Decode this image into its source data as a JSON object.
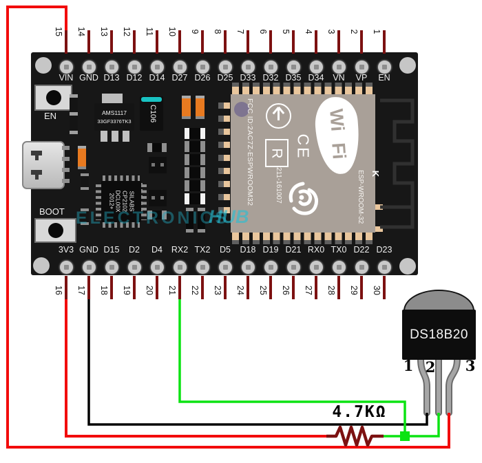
{
  "board": {
    "top_pins": [
      {
        "num": "15",
        "label": "VIN"
      },
      {
        "num": "14",
        "label": "GND"
      },
      {
        "num": "13",
        "label": "D13"
      },
      {
        "num": "12",
        "label": "D12"
      },
      {
        "num": "11",
        "label": "D14"
      },
      {
        "num": "10",
        "label": "D27"
      },
      {
        "num": "9",
        "label": "D26"
      },
      {
        "num": "8",
        "label": "D25"
      },
      {
        "num": "7",
        "label": "D33"
      },
      {
        "num": "6",
        "label": "D32"
      },
      {
        "num": "5",
        "label": "D35"
      },
      {
        "num": "4",
        "label": "D34"
      },
      {
        "num": "3",
        "label": "VN"
      },
      {
        "num": "2",
        "label": "VP"
      },
      {
        "num": "1",
        "label": "EN"
      }
    ],
    "bottom_pins": [
      {
        "num": "16",
        "label": "3V3"
      },
      {
        "num": "17",
        "label": "GND"
      },
      {
        "num": "18",
        "label": "D15"
      },
      {
        "num": "19",
        "label": "D2"
      },
      {
        "num": "20",
        "label": "D4"
      },
      {
        "num": "21",
        "label": "RX2"
      },
      {
        "num": "22",
        "label": "TX2"
      },
      {
        "num": "23",
        "label": "D5"
      },
      {
        "num": "24",
        "label": "D18"
      },
      {
        "num": "25",
        "label": "D19"
      },
      {
        "num": "26",
        "label": "D21"
      },
      {
        "num": "27",
        "label": "RX0"
      },
      {
        "num": "28",
        "label": "TX0"
      },
      {
        "num": "29",
        "label": "D22"
      },
      {
        "num": "30",
        "label": "D23"
      }
    ],
    "en_button_label": "EN",
    "boot_button_label": "BOOT",
    "regulator": {
      "line1": "AMS1117",
      "line2": "33GF3376TK3"
    },
    "capacitor_label": "C106",
    "usb_chip": {
      "line1": "SILABS",
      "line2": "CP2102",
      "line3": "DCL00X",
      "line4": "2012+"
    },
    "module": {
      "fcc": "FCC ID:2AC7Z-ESPWROOM32",
      "serial": "211-161007",
      "name": "ESP-WROOM-32",
      "wifi_top": "Wi",
      "wifi_bottom": "Fi",
      "ce_mark": "CE",
      "r_mark": "R",
      "antenna_mark": "K"
    }
  },
  "sensor": {
    "name": "DS18B20",
    "pins": [
      "1",
      "2",
      "3"
    ]
  },
  "resistor": {
    "value": "4.7KΩ"
  },
  "watermark": {
    "part1": "ELECTRONICS",
    "part2": "HUB"
  },
  "colors": {
    "power": "#f20c0c",
    "data": "#0ce312",
    "ground": "#000000",
    "stub": "#7c1111",
    "copper": "#e9c69d",
    "module": "#a9a098",
    "board": "#171717",
    "wm": "#23a8be"
  }
}
